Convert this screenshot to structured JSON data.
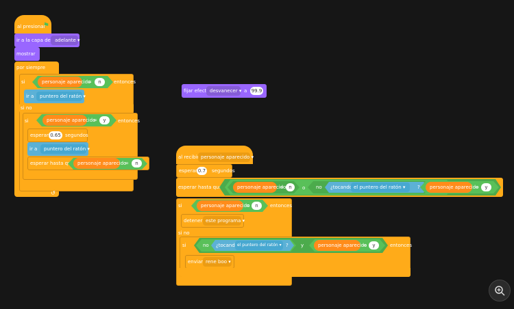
{
  "colors": {
    "control": "#ffab19",
    "looks": "#9966ff",
    "sensing": "#5cb1d6",
    "operators": "#59c059",
    "variables": "#ff8c1a",
    "background": "#161616"
  },
  "script1": {
    "hat": "al presionar",
    "goto_layer": {
      "label": "ir a la capa de",
      "value": "adelante"
    },
    "show": "mostrar",
    "forever": "por siempre",
    "if1": {
      "si": "si",
      "var": "personaje aparecido",
      "eq": "=",
      "value": "n",
      "then": "entonces"
    },
    "goto1": {
      "label": "ir a",
      "value": "puntero del ratón"
    },
    "else1": "si no",
    "if2": {
      "si": "si",
      "var": "personaje aparecido",
      "eq": "=",
      "value": "y",
      "then": "entonces"
    },
    "wait": {
      "label": "esperar",
      "value": "0.65",
      "unit": "segundos"
    },
    "goto2": {
      "label": "ir a",
      "value": "puntero del ratón"
    },
    "wait_until": {
      "label": "esperar hasta que",
      "var": "personaje aparecido",
      "eq": "=",
      "value": "n"
    }
  },
  "loose": {
    "label": "fijar efecto",
    "effect": "desvanecer",
    "a": "a",
    "value": "99.9"
  },
  "script2": {
    "hat": {
      "label": "al recibir",
      "value": "personaje aparecido"
    },
    "wait": {
      "label": "esperar",
      "value": "0.7",
      "unit": "segundos"
    },
    "wait_until": {
      "label": "esperar hasta que",
      "var1": "personaje aparecido",
      "eq1": "=",
      "val1": "n",
      "or": "o",
      "not": "no",
      "touching": "¿tocando",
      "touch_target": "el puntero del ratón",
      "q": "?",
      "and": "y",
      "var2": "personaje aparecido",
      "eq2": "=",
      "val2": "y"
    },
    "if1": {
      "si": "si",
      "var": "personaje aparecido",
      "eq": "=",
      "value": "n",
      "then": "entonces"
    },
    "stop": {
      "label": "detener",
      "value": "este programa"
    },
    "else1": "si no",
    "if2": {
      "si": "si",
      "not": "no",
      "touching": "¿tocando",
      "touch_target": "el puntero del ratón",
      "q": "?",
      "and": "y",
      "var": "personaje aparecido",
      "eq": "=",
      "value": "y",
      "then": "entonces"
    },
    "broadcast": {
      "label": "enviar",
      "value": "rene boo"
    }
  }
}
